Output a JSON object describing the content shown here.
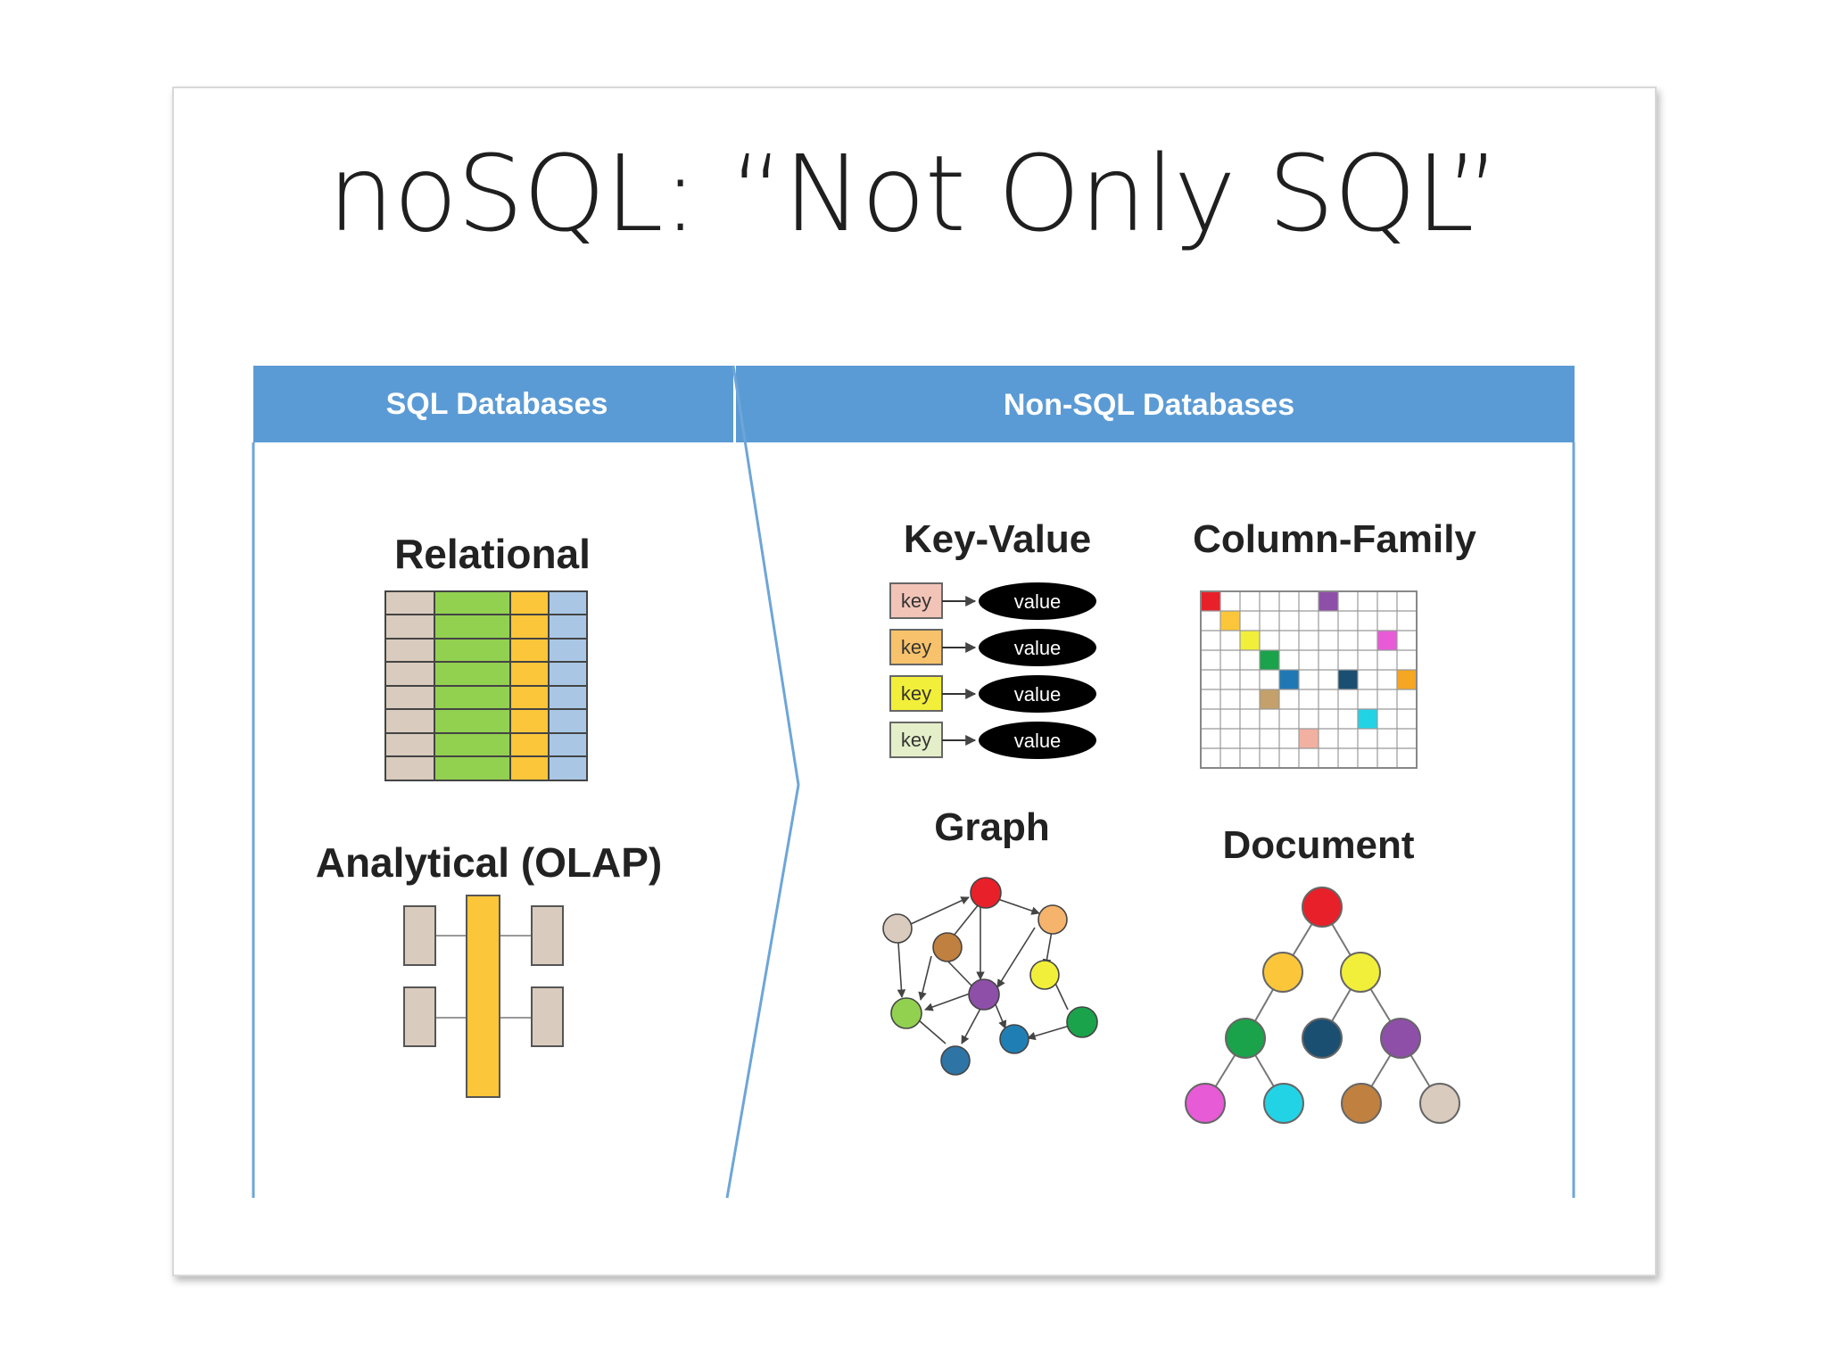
{
  "title": "noSQL: “Not Only SQL”",
  "headers": {
    "sql": "SQL Databases",
    "nosql": "Non-SQL Databases"
  },
  "sql_types": {
    "relational": "Relational",
    "olap": "Analytical (OLAP)"
  },
  "nosql_types": {
    "key_value": "Key-Value",
    "column_family": "Column-Family",
    "graph": "Graph",
    "document": "Document"
  },
  "key_value_rows": [
    {
      "key": "key",
      "value": "value",
      "key_color": "#f2c4b8"
    },
    {
      "key": "key",
      "value": "value",
      "key_color": "#f7c26b"
    },
    {
      "key": "key",
      "value": "value",
      "key_color": "#f2ef3a"
    },
    {
      "key": "key",
      "value": "value",
      "key_color": "#e4efc9"
    }
  ],
  "colors": {
    "header_blue": "#5b9bd5",
    "table_tan": "#d9cbbd",
    "table_green": "#92d050",
    "table_orange": "#fcc63a",
    "table_blue": "#a9c7e5"
  }
}
